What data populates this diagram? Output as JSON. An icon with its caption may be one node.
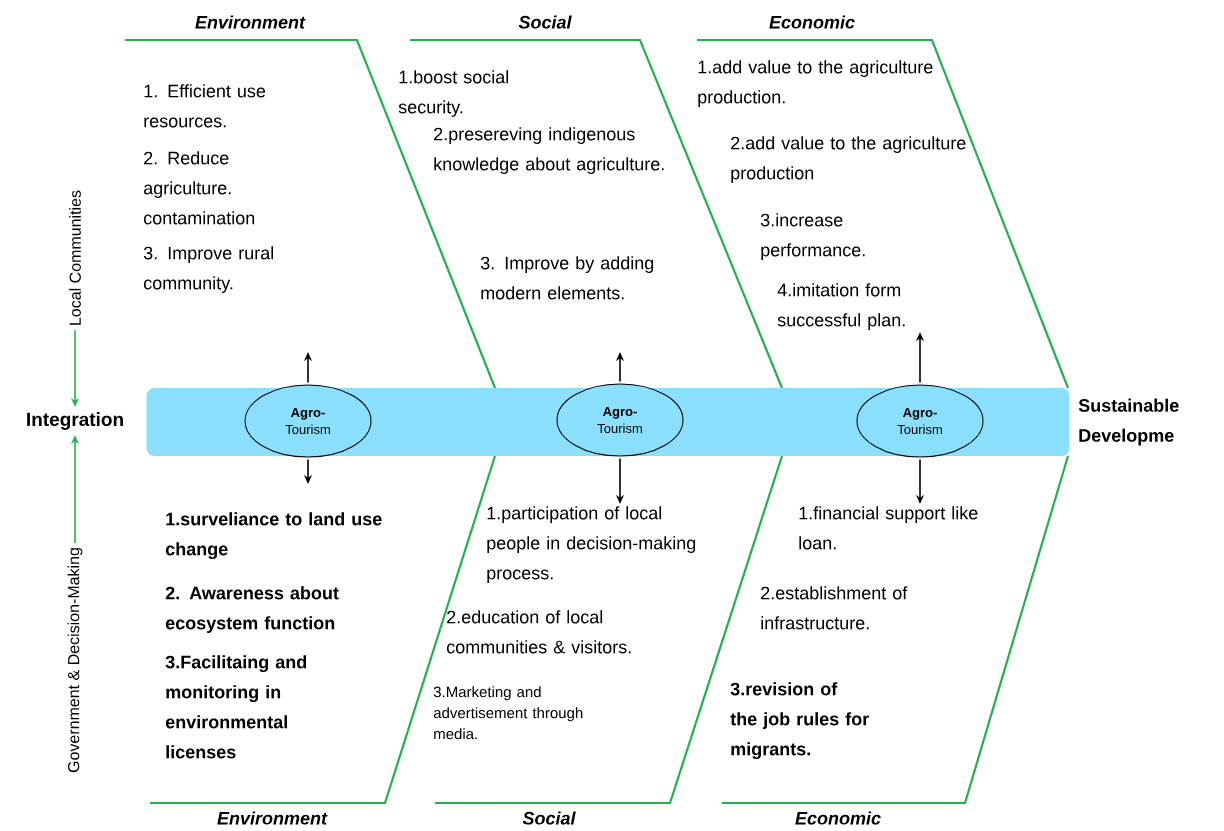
{
  "diagram": {
    "nodes": [
      {
        "text": [
          "Local Communities"
        ]
      },
      {
        "text": [
          "Integration"
        ]
      },
      {
        "text": [
          "Government & Decision-Making"
        ]
      },
      {
        "text": [],
        "shape": "bar"
      },
      {
        "text": [
          "**Agro-** Tourism"
        ],
        "in": 3
      },
      {
        "text": [
          "**Agro-** Tourism"
        ],
        "in": 3
      },
      {
        "text": [
          "**Agro-** Tourism"
        ],
        "in": 3
      },
      {
        "text": [
          "Environment",
          "1. Efficient use resources.",
          "2. Reduce agriculture. contamination",
          "3. Improve rural community."
        ]
      },
      {
        "text": [
          "Social",
          "1.boost social security.",
          "2.presereving indigenous knowledge about agriculture.",
          "3. Improve by adding modern elements."
        ]
      },
      {
        "text": [
          "Economic",
          "1.add value to the agriculture production.",
          "2.add value to the agriculture production",
          "3.increase performance.",
          "4.imitation form successful plan."
        ]
      },
      {
        "text": [
          "1.surveliance to land use change",
          "2. Awareness about ecosystem function",
          "3.Facilitaing and monitoring in environmental licenses",
          "Environment"
        ]
      },
      {
        "text": [
          "1.participation of local people in decision-making process.",
          "2.education of local communities & visitors.",
          "3.Marketing and advertisement through media.",
          "Social"
        ]
      },
      {
        "text": [
          "1.financial support like loan.",
          "2.establishment of infrastructure.",
          "3.revision of the job rules for migrants.",
          "Economic"
        ]
      }
    ],
    "edges": [
      {
        "from": 0,
        "to": 1,
        "arrow": "to",
        "color": "#22b14c"
      },
      {
        "from": 2,
        "to": 1,
        "arrow": "to",
        "color": "#22b14c"
      },
      {
        "from": 4,
        "to": null,
        "arrow": "to"
      },
      {
        "from": 4,
        "to": null,
        "arrow": "to"
      },
      {
        "from": 5,
        "to": null,
        "arrow": "to"
      },
      {
        "from": 5,
        "to": 11,
        "arrow": "to"
      },
      {
        "from": 6,
        "to": 9,
        "arrow": "to"
      },
      {
        "from": 6,
        "to": 12,
        "arrow": "to"
      }
    ],
    "labels": [
      "Sustainable Developme"
    ]
  }
}
